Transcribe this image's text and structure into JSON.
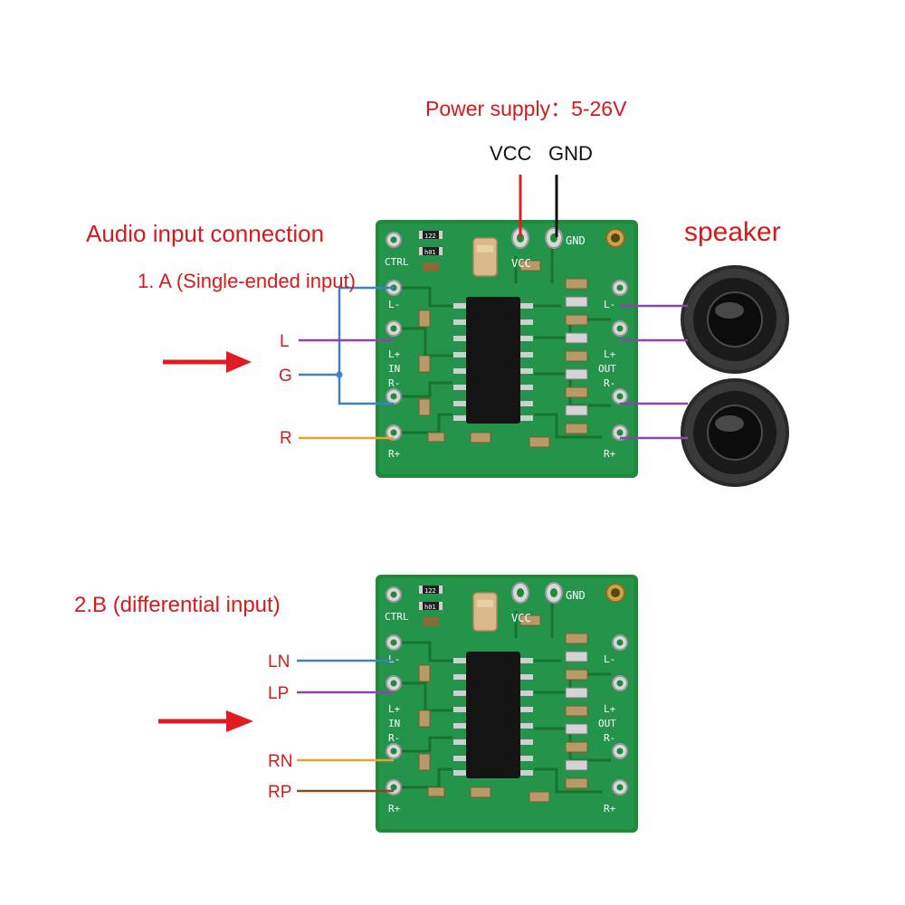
{
  "colors": {
    "title_red": "#d7191c",
    "pcb_green": "#1f8a3a",
    "pcb_dark": "#136a29",
    "wire_blue": "#3b82c4",
    "wire_purple": "#8e44ad",
    "wire_orange": "#f0a030",
    "wire_brown": "#8b4a1c",
    "arrow_red": "#e01b22"
  },
  "power": {
    "title": "Power supply：5-26V",
    "vcc_label": "VCC",
    "gnd_label": "GND"
  },
  "section_a": {
    "heading": "Audio input connection",
    "subheading": "1. A (Single-ended input)",
    "pin_l": "L",
    "pin_g": "G",
    "pin_r": "R",
    "speaker_label": "speaker"
  },
  "section_b": {
    "heading": "2.B (differential input)",
    "pin_ln": "LN",
    "pin_lp": "LP",
    "pin_rn": "RN",
    "pin_rp": "RP"
  },
  "board": {
    "ctrl": "CTRL",
    "l_minus": "L-",
    "in": "IN",
    "l_plus": "L+",
    "r_minus": "R-",
    "r_plus": "R+",
    "vcc": "VCC",
    "gnd": "GND",
    "out": "OUT",
    "out_l_minus": "L-",
    "out_l_plus": "L+",
    "out_r_minus": "R-",
    "out_r_plus": "R+",
    "res1": "122",
    "res2": "h01"
  }
}
